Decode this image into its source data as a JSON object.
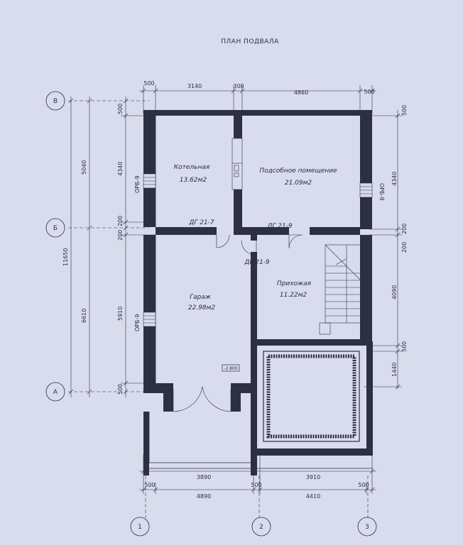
{
  "title": "ПЛАН ПОДВАЛА",
  "axes": {
    "rows": [
      "В",
      "Б",
      "А"
    ],
    "cols": [
      "1",
      "2",
      "3"
    ]
  },
  "rooms": {
    "boiler": {
      "name": "Котельная",
      "area": "13.62м2"
    },
    "utility": {
      "name": "Подсобное помещение",
      "area": "21.09м2"
    },
    "garage": {
      "name": "Гараж",
      "area": "22.98м2"
    },
    "hall": {
      "name": "Прихожая",
      "area": "11.22м2"
    }
  },
  "doors": {
    "d1": "ДГ 21-7",
    "d2": "ДГ 21-9",
    "d3": "ДГ 21-9"
  },
  "windows": {
    "w1": "ОРБ-9",
    "w2": "ОРБ-9",
    "w3": "ОРБ-9"
  },
  "level_mark": "-2.800",
  "dims_top": {
    "a": "500",
    "b": "3140",
    "c": "300",
    "d": "4860",
    "e": "500"
  },
  "dims_bottom_inner": {
    "a": "3890",
    "b": "3910"
  },
  "dims_bottom_outer": {
    "a": "500",
    "b": "4890",
    "c": "500",
    "d": "4410",
    "e": "500"
  },
  "dims_left_outer": {
    "total": "11650"
  },
  "dims_left_mid": {
    "a": "5040",
    "b": "6610"
  },
  "dims_left_inner": {
    "a": "500",
    "b": "4340",
    "c": "200",
    "d": "200",
    "e": "5910",
    "f": "500"
  },
  "dims_right": {
    "a": "500",
    "b": "4340",
    "c": "200",
    "d": "200",
    "e": "4090",
    "f": "500",
    "g": "1440"
  }
}
